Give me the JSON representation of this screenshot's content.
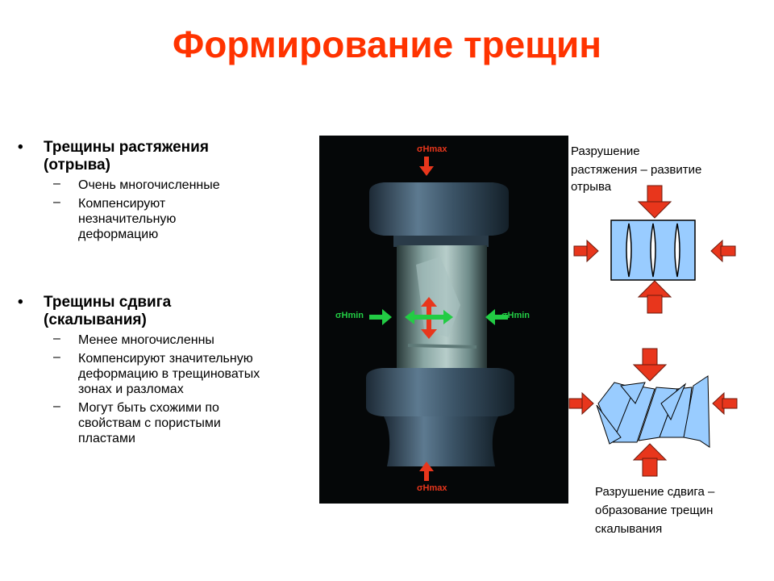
{
  "title": "Формирование трещин",
  "sections": [
    {
      "bullet": "•",
      "heading_line1": "Трещины растяжения",
      "heading_line2": "(отрыва)",
      "items": [
        "Очень многочисленные",
        "Компенсируют незначительную деформацию"
      ]
    },
    {
      "bullet": "•",
      "heading_line1": "Трещины сдвига",
      "heading_line2": "(скалывания)",
      "items": [
        "Менее многочисленны",
        "Компенсируют значительную деформацию в трещиноватых зонах и разломах",
        "Могут быть схожими по свойствам с пористыми пластами"
      ]
    }
  ],
  "dash": "–",
  "photo": {
    "label_top": "σHmax",
    "label_bottom": "σHmax",
    "label_left": "σHmin",
    "label_right": "σHmin"
  },
  "captions": {
    "tension": [
      "Разрушение",
      "растяжения – развитие",
      "отрыва"
    ],
    "shear": [
      "Разрушение сдвига –",
      "образование трещин",
      "скалывания"
    ]
  },
  "colors": {
    "title": "#ff3300",
    "arrow_red": "#e8361c",
    "block_blue": "#99ccff",
    "green_arrow": "#22cc44"
  }
}
